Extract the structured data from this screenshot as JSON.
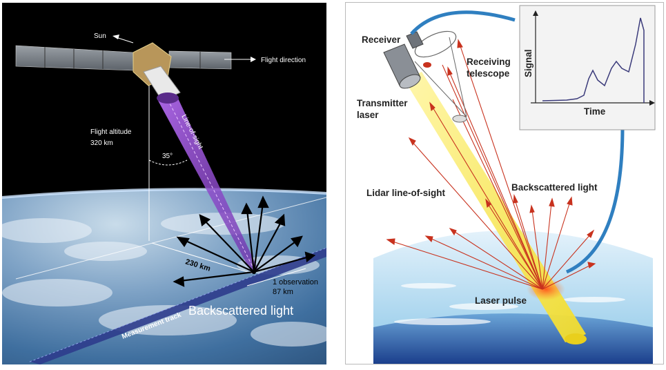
{
  "left_panel": {
    "labels": {
      "sun": "Sun",
      "flight_direction": "Flight direction",
      "flight_altitude_line1": "Flight altitude",
      "flight_altitude_line2": "320 km",
      "angle": "35°",
      "line_of_sight": "Line-of-sight",
      "distance_230": "230 km",
      "observation_line1": "1 observation",
      "observation_line2": "87 km",
      "measurement_track": "Measurement track",
      "backscattered": "Backscattered light"
    },
    "colors": {
      "beam": "#8a3fc7",
      "space": "#000000",
      "ocean": "#4a7fb0"
    }
  },
  "right_panel": {
    "labels": {
      "receiver": "Receiver",
      "receiving_telescope_line1": "Receiving",
      "receiving_telescope_line2": "telescope",
      "transmitter_line1": "Transmitter",
      "transmitter_line2": "laser",
      "lidar_los": "Lidar line-of-sight",
      "backscattered": "Backscattered light",
      "laser_pulse": "Laser pulse",
      "signal_axis": "Signal",
      "time_axis": "Time"
    },
    "colors": {
      "laser": "#f5e63c",
      "arrows": "#c8321e",
      "cable": "#2f7fc0"
    }
  }
}
